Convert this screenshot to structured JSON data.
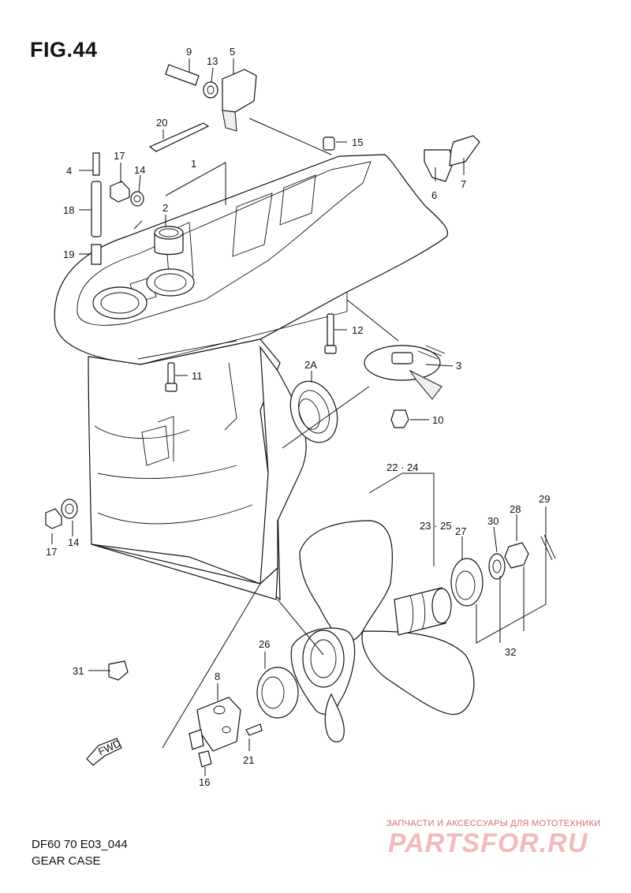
{
  "title": "FIG.44",
  "footer": {
    "code": "DF60 70 E03_044",
    "name": "GEAR CASE"
  },
  "watermark": {
    "tagline": "ЗАПЧАСТИ И АКСЕССУАРЫ ДЛЯ МОТОТЕХНИКИ",
    "logo": "PARTSFOR.RU",
    "color": "#e0383e"
  },
  "fwd_marker": "FWD",
  "callouts": [
    "9",
    "13",
    "5",
    "20",
    "15",
    "17",
    "14",
    "1",
    "4",
    "18",
    "2",
    "6",
    "7",
    "19",
    "12",
    "3",
    "11",
    "2A",
    "10",
    "22 · 24",
    "23 · 25",
    "27",
    "30",
    "28",
    "29",
    "17",
    "14",
    "32",
    "26",
    "31",
    "8",
    "21",
    "16"
  ]
}
